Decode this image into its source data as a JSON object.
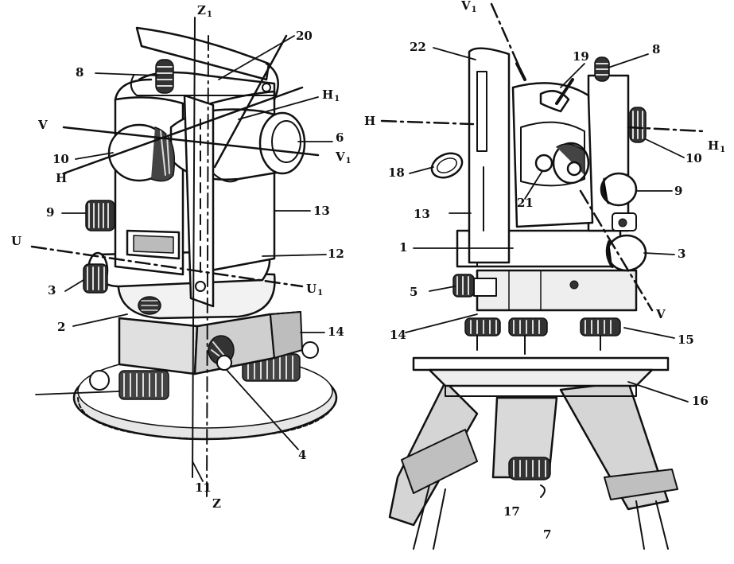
{
  "figure": {
    "left_instrument": {
      "labels": [
        {
          "id": "z1",
          "text": "Z",
          "sub": "1"
        },
        {
          "id": "20",
          "text": "20"
        },
        {
          "id": "8",
          "text": "8"
        },
        {
          "id": "h1",
          "text": "H",
          "sub": "1"
        },
        {
          "id": "v",
          "text": "V"
        },
        {
          "id": "6",
          "text": "6"
        },
        {
          "id": "v1",
          "text": "V",
          "sub": "1"
        },
        {
          "id": "10",
          "text": "10"
        },
        {
          "id": "h",
          "text": "H"
        },
        {
          "id": "9",
          "text": "9"
        },
        {
          "id": "13",
          "text": "13"
        },
        {
          "id": "u",
          "text": "U"
        },
        {
          "id": "12",
          "text": "12"
        },
        {
          "id": "3",
          "text": "3"
        },
        {
          "id": "u1",
          "text": "U",
          "sub": "1"
        },
        {
          "id": "2",
          "text": "2"
        },
        {
          "id": "14",
          "text": "14"
        },
        {
          "id": "4",
          "text": "4"
        },
        {
          "id": "11",
          "text": "11"
        },
        {
          "id": "z",
          "text": "Z"
        }
      ]
    },
    "right_instrument": {
      "labels": [
        {
          "id": "v1",
          "text": "V",
          "sub": "1"
        },
        {
          "id": "22",
          "text": "22"
        },
        {
          "id": "19",
          "text": "19"
        },
        {
          "id": "8",
          "text": "8"
        },
        {
          "id": "h",
          "text": "H"
        },
        {
          "id": "10",
          "text": "10"
        },
        {
          "id": "h1",
          "text": "H",
          "sub": "1"
        },
        {
          "id": "18",
          "text": "18"
        },
        {
          "id": "21",
          "text": "21"
        },
        {
          "id": "9",
          "text": "9"
        },
        {
          "id": "13",
          "text": "13"
        },
        {
          "id": "1",
          "text": "1"
        },
        {
          "id": "3",
          "text": "3"
        },
        {
          "id": "5",
          "text": "5"
        },
        {
          "id": "v",
          "text": "V"
        },
        {
          "id": "14",
          "text": "14"
        },
        {
          "id": "15",
          "text": "15"
        },
        {
          "id": "16",
          "text": "16"
        },
        {
          "id": "17",
          "text": "17"
        },
        {
          "id": "7",
          "text": "7"
        }
      ]
    },
    "colors": {
      "ink": "#111111",
      "paper": "#ffffff",
      "shade": "#d9d9d9",
      "dark": "#6e6e6e"
    }
  }
}
